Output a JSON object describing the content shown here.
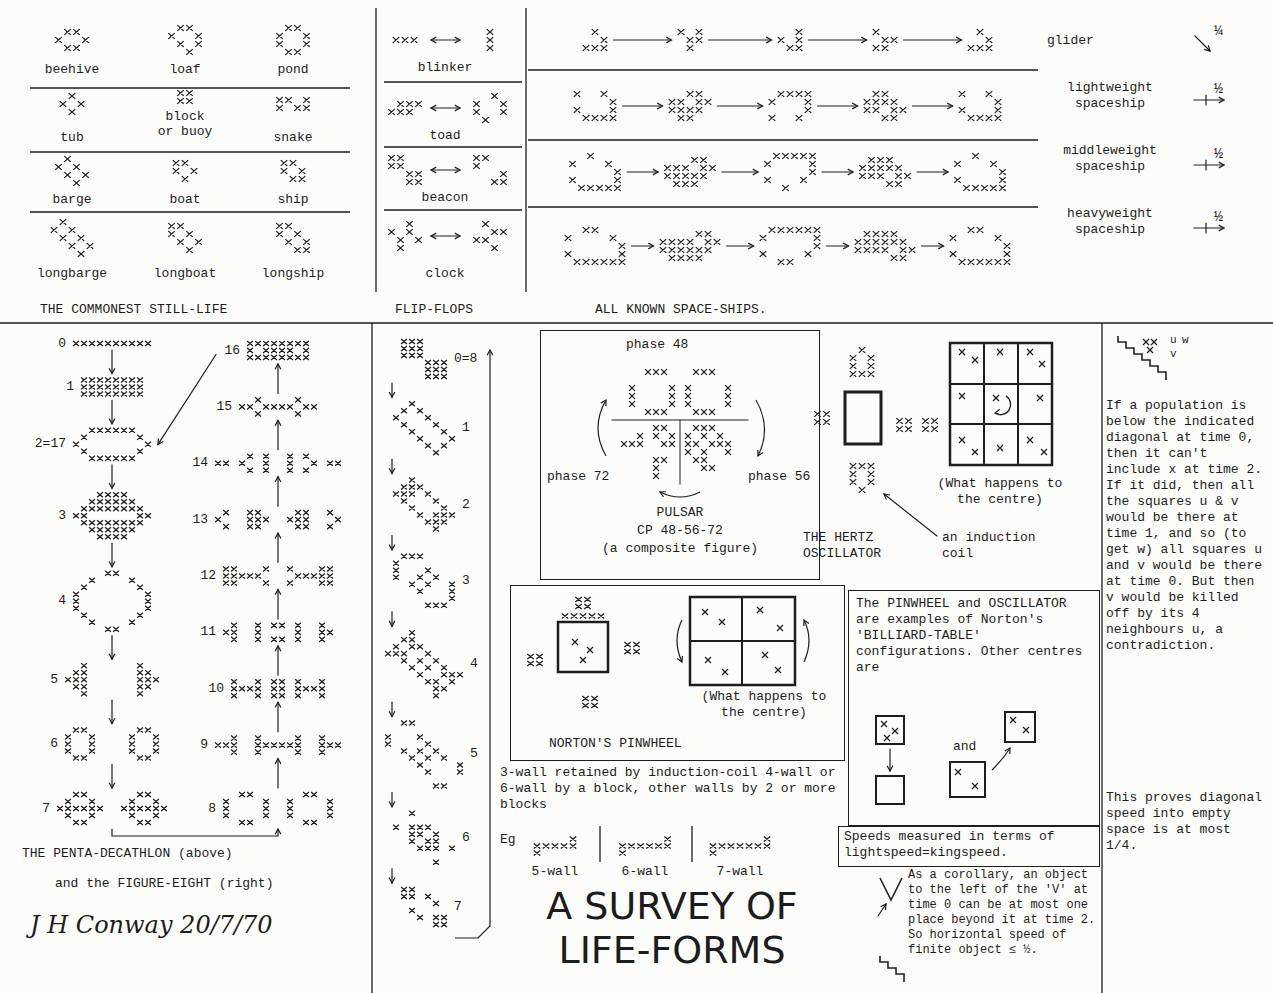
{
  "diagram": {
    "title": "A SURVEY OF LIFE-FORMS",
    "nodes": [
      {
        "text": [
          "phase 48",
          "phase 72",
          "phase 56",
          "PULSAR",
          "CP 48-56-72",
          "(a composite figure)"
        ]
      },
      {
        "text": [
          "(What happens to the centre)",
          "NORTON'S PINWHEEL"
        ]
      },
      {
        "text": [
          "The PINWHEEL and OSCILLATOR are examples of Norton's 'BILLIARD-TABLE' configurations. Other centres are",
          "and"
        ]
      },
      {
        "text": [
          "Speeds measured in terms of lightspeed=kingspeed."
        ]
      }
    ],
    "labels": [
      "beehive",
      "loaf",
      "pond",
      "tub",
      "block or buoy",
      "snake",
      "barge",
      "boat",
      "ship",
      "longbarge",
      "longboat",
      "longship",
      "THE COMMONEST STILL-LIFE",
      "blinker",
      "toad",
      "beacon",
      "clock",
      "FLIP-FLOPS",
      "ALL KNOWN SPACE-SHIPS.",
      "glider",
      "lightweight spaceship",
      "middleweight spaceship",
      "heavyweight spaceship",
      "¼",
      "½",
      "½",
      "½",
      "0",
      "1",
      "2=17",
      "3",
      "4",
      "5",
      "6",
      "7",
      "8",
      "9",
      "10",
      "11",
      "12",
      "13",
      "14",
      "15",
      "16",
      "THE PENTA-DECATHLON (above)",
      "and the FIGURE-EIGHT (right)",
      "J H Conway 20/7/70",
      "0=8",
      "1",
      "2",
      "3",
      "4",
      "5",
      "6",
      "7",
      "THE HERTZ OSCILLATOR",
      "(What happens to the centre)",
      "an induction coil",
      "3-wall retained by induction-coil 4-wall or 6-wall by a block, other walls by 2 or more blocks",
      "Eg",
      "5-wall",
      "6-wall",
      "7-wall",
      "u",
      "w",
      "v",
      "If a population is below the indicated diagonal at time 0, then it can't include x at time 2. If it did, then all the squares u & v would be there at time 1, and so (to get w) all squares u and v would be there at time 0. But then v would be killed off by its 4 neighbours u, a contradiction.",
      "This proves diagonal speed into empty space is at most 1/4.",
      "As a corollary, an object to the left of the 'V' at time 0 can be at most one place beyond it at time 2. So horizontal speed of finite object ≤ ½."
    ]
  }
}
